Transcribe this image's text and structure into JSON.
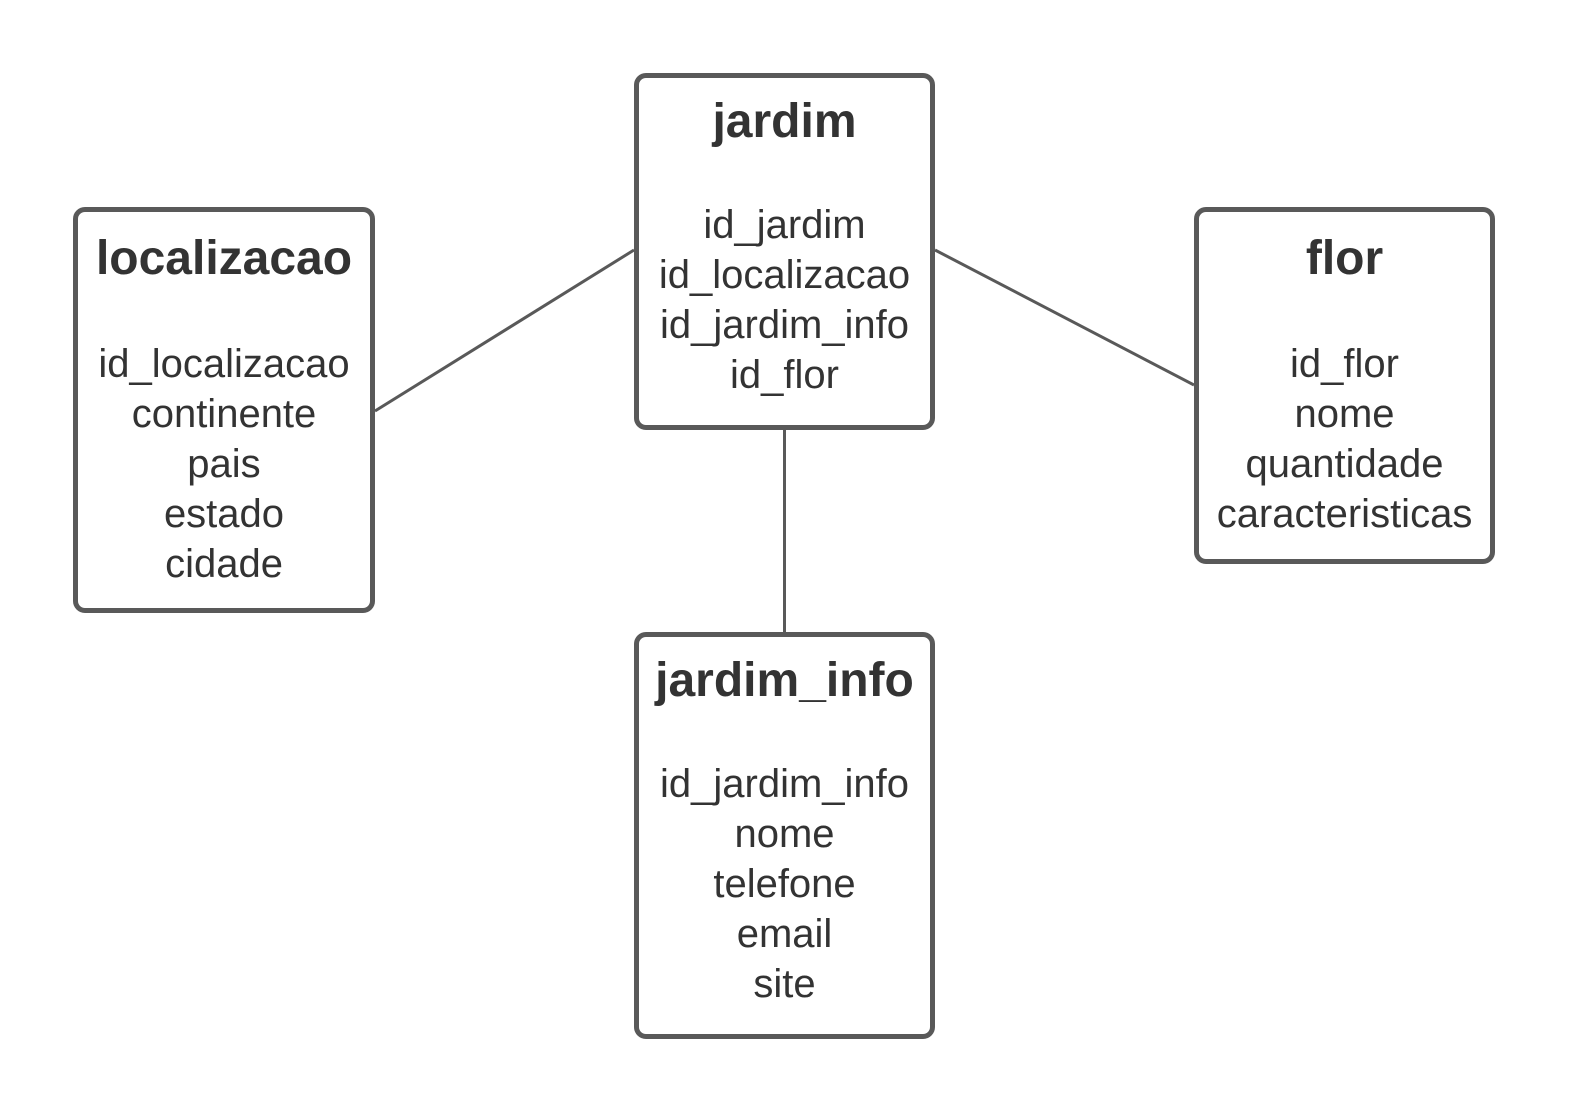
{
  "colors": {
    "border": "#595959",
    "text": "#333333",
    "background": "#ffffff"
  },
  "entities": {
    "jardim": {
      "title": "jardim",
      "fields": [
        "id_jardim",
        "id_localizacao",
        "id_jardim_info",
        "id_flor"
      ]
    },
    "localizacao": {
      "title": "localizacao",
      "fields": [
        "id_localizacao",
        "continente",
        "pais",
        "estado",
        "cidade"
      ]
    },
    "flor": {
      "title": "flor",
      "fields": [
        "id_flor",
        "nome",
        "quantidade",
        "caracteristicas"
      ]
    },
    "jardim_info": {
      "title": "jardim_info",
      "fields": [
        "id_jardim_info",
        "nome",
        "telefone",
        "email",
        "site"
      ]
    }
  }
}
